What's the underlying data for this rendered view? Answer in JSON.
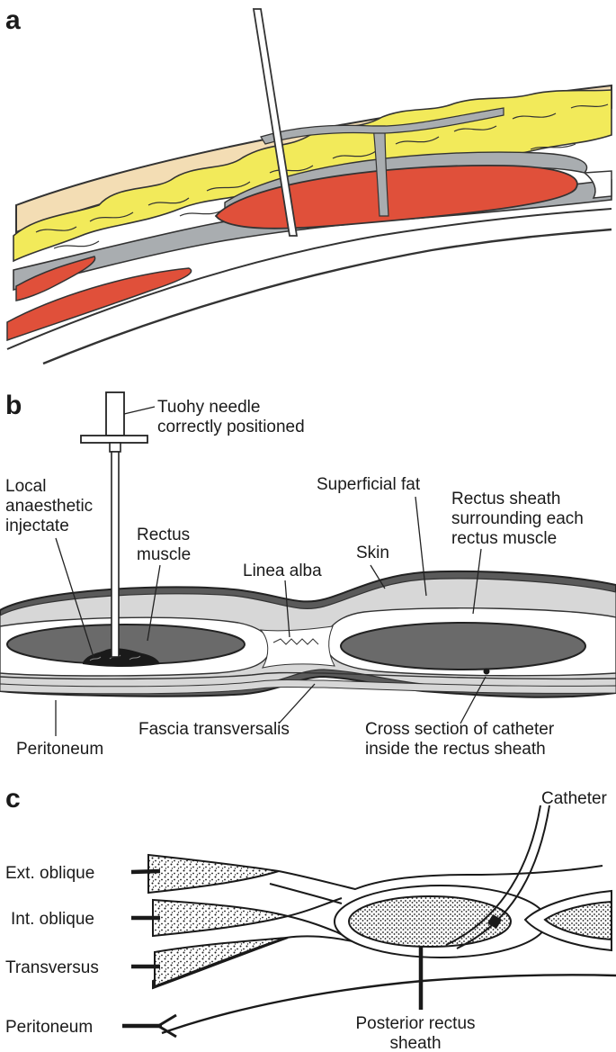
{
  "panels": {
    "a": {
      "letter": "a"
    },
    "b": {
      "letter": "b",
      "labels": {
        "needle_line1": "Tuohy needle",
        "needle_line2": "correctly positioned",
        "local_line1": "Local",
        "local_line2": "anaesthetic",
        "local_line3": "injectate",
        "rectus_line1": "Rectus",
        "rectus_line2": "muscle",
        "superficial_fat": "Superficial fat",
        "sheath_line1": "Rectus sheath",
        "sheath_line2": "surrounding each",
        "sheath_line3": "rectus muscle",
        "skin": "Skin",
        "linea_alba": "Linea alba",
        "fascia": "Fascia transversalis",
        "peritoneum": "Peritoneum",
        "catheter_line1": "Cross section of catheter",
        "catheter_line2": "inside the rectus sheath"
      }
    },
    "c": {
      "letter": "c",
      "labels": {
        "catheter": "Catheter",
        "ext_oblique": "Ext. oblique",
        "int_oblique": "Int. oblique",
        "transversus": "Transversus",
        "peritoneum": "Peritoneum",
        "posterior_line1": "Posterior rectus",
        "posterior_line2": "sheath"
      }
    }
  },
  "colors": {
    "fat": "#f2ea5a",
    "fat_layer": "#f3ddb4",
    "muscle_red": "#e0503a",
    "sheath_grey": "#a9adb0",
    "muscle_dark": "#6a6a6a",
    "sheath_light": "#d7d7d7"
  }
}
